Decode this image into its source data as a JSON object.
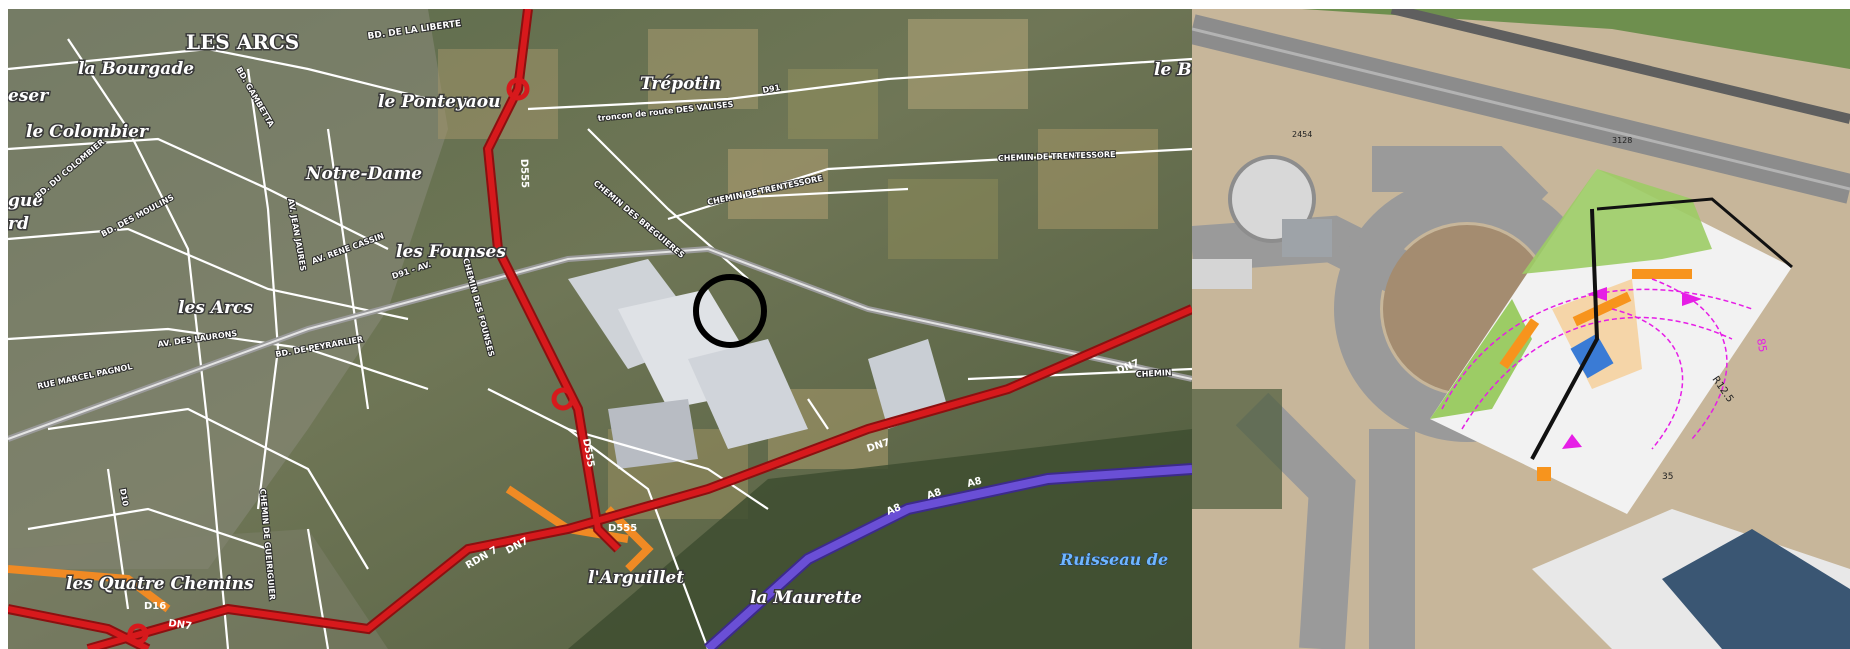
{
  "map_left": {
    "places": {
      "les_arcs_town": "LES ARCS",
      "la_bourgade": "la Bourgade",
      "eser": "eser",
      "le_colombier": "le Colombier",
      "gue": "gue",
      "rd": "rd",
      "notre_dame": "Notre-Dame",
      "le_ponteyaou": "le Ponteyaou",
      "trepotin": "Trépotin",
      "le_b": "le B",
      "les_founses": "les Founses",
      "les_arcs": "les Arcs",
      "les_quatre_chemins": "les Quatre Chemins",
      "l_arguillet": "l'Arguillet",
      "la_maurette": "la Maurette",
      "ruisseau": "Ruisseau de"
    },
    "roads": {
      "bd_liberte": "BD. DE LA LIBERTE",
      "bd_gambetta": "BD. GAMBETTA",
      "troncon_valises": "troncon de route DES VALISES",
      "d91": "D91",
      "chemin_trentessore_1": "CHEMIN DE TRENTESSORE",
      "chemin_trentessore_2": "CHEMIN DE TRENTESSORE",
      "chemin_breguieres": "CHEMIN DES BREGUIERES",
      "bd_moulins": "BD. DES MOULINS",
      "bd_colombier": "BD. DU COLOMBIER",
      "av_jean_jaures": "AV. JEAN JAURES",
      "av_rene_cassin": "AV. RENE CASSIN",
      "d91_av": "D91 - AV.",
      "chemin_founses": "CHEMIN DES FOUNSES",
      "av_laurons": "AV. DES LAURONS",
      "bd_peyrarlier": "BD. DE PEYRARLIER",
      "rue_pagnol": "RUE MARCEL PAGNOL",
      "d10": "D10",
      "chemin_quatre": "CHEMIN DE GUEIRIGUIER",
      "chemin_right": "CHEMIN",
      "d555": "D555",
      "dn7": "DN7",
      "rdn7": "RDN 7",
      "a8": "A8",
      "d16": "D16"
    },
    "colors": {
      "road_red": "#d7191c",
      "road_orange": "#f08a24",
      "motorway": "#6a4fd6",
      "marker": "#000000"
    }
  },
  "map_right": {
    "labels": {
      "parcel_1": "2454",
      "parcel_2": "3128",
      "radius": "R12.5",
      "dim_1": "85",
      "dim_2": "35"
    },
    "colors": {
      "green": "#9ccc65",
      "orange": "#f7941d",
      "magenta": "#e61ee6",
      "blue": "#3a7bd5"
    }
  }
}
